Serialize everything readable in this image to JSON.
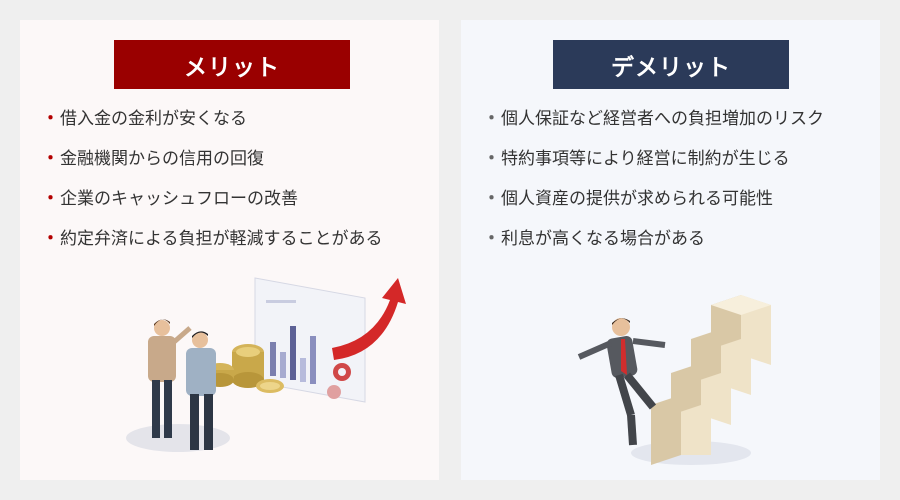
{
  "merit": {
    "title": "メリット",
    "items": [
      "借入金の金利が安くなる",
      "金融機関からの信用の回復",
      "企業のキャッシュフローの改善",
      "約定弁済による負担が軽減することがある"
    ],
    "illustration": "businessmen-with-coins-and-rising-chart",
    "accent": "#9a0000"
  },
  "demerit": {
    "title": "デメリット",
    "items": [
      "個人保証など経営者への負担増加のリスク",
      "特約事項等により経営に制約が生じる",
      "個人資産の提供が求められる可能性",
      "利息が高くなる場合がある"
    ],
    "illustration": "businessman-falling-off-stairs",
    "accent": "#2b3a59"
  },
  "bullet_symbol": "・"
}
